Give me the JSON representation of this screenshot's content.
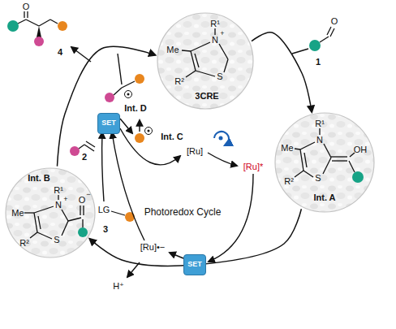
{
  "diagram": {
    "nodes": [
      {
        "text": [
          "R¹",
          "N",
          "+",
          "Me",
          "S",
          "R²",
          "3CRE"
        ]
      },
      {
        "text": [
          "R¹",
          "N",
          "Me",
          "OH",
          "S",
          "R²",
          "Int. A"
        ]
      },
      {
        "text": [
          "Int. B",
          "R¹",
          "N",
          "+",
          "Me",
          "O",
          "−",
          "S",
          "R²"
        ]
      },
      {
        "text": [
          "SET"
        ]
      },
      {
        "text": [
          "SET"
        ]
      }
    ],
    "edges": [
      {
        "from": 0,
        "to": 1,
        "arrow": "to"
      },
      {
        "from": 1,
        "to": 2,
        "arrow": "to"
      },
      {
        "from": 2,
        "to": 0,
        "arrow": "to"
      }
    ],
    "labels": [
      "O",
      "4",
      "O",
      "1",
      "Int. D",
      "2",
      "Int. C",
      "[Ru]",
      "[Ru]*",
      "Photoredox Cycle",
      "LG",
      "3",
      "[Ru]•−",
      "H⁺"
    ]
  }
}
